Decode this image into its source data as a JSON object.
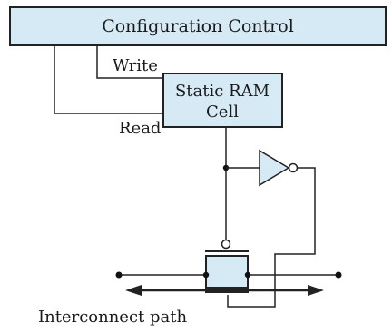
{
  "blocks": {
    "configuration_control": "Configuration Control",
    "sram_line1": "Static RAM",
    "sram_line2": "Cell"
  },
  "signals": {
    "write": "Write",
    "read": "Read"
  },
  "labels": {
    "interconnect_path": "Interconnect path"
  },
  "colors": {
    "block_fill": "#d6eaf6",
    "block_stroke": "#222222",
    "wire": "#222222",
    "node": "#111111"
  },
  "icons": {
    "inverter": "inverter-icon",
    "inversion_bubble": "inversion-bubble-icon",
    "pass_transistor": "pass-transistor-icon",
    "bidirectional_arrow": "bidirectional-arrow-icon"
  }
}
